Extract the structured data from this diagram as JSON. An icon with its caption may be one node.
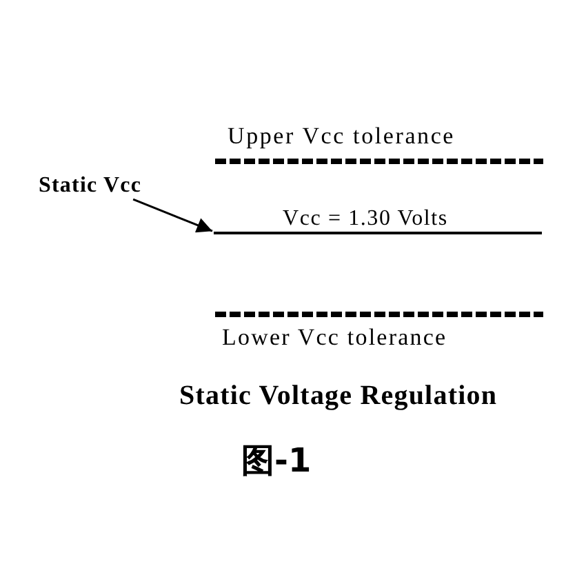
{
  "diagram": {
    "title": "Static Voltage Regulation",
    "caption": "图-1",
    "nodes": [
      {
        "text": [
          "Static Vcc"
        ]
      },
      {
        "text": [
          "Vcc = 1.30 Volts"
        ]
      }
    ],
    "edges": [
      {
        "from": 0,
        "to": 1,
        "arrow": "to"
      }
    ],
    "labels": [
      "Upper Vcc tolerance",
      "Lower Vcc tolerance"
    ]
  }
}
